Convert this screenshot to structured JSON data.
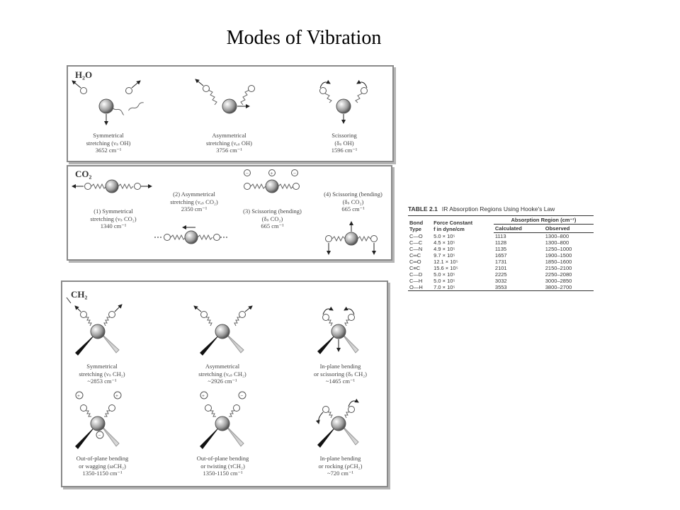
{
  "title": "Modes of Vibration",
  "h2o": {
    "label": "H₂O",
    "modes": [
      {
        "caption": "Symmetrical\nstretching (νₛ OH)\n3652 cm⁻¹"
      },
      {
        "caption": "Asymmetrical\nstretching (νₐₛ OH)\n3756 cm⁻¹"
      },
      {
        "caption": "Scissoring\n(δₛ OH)\n1596 cm⁻¹"
      }
    ]
  },
  "co2": {
    "label": "CO₂",
    "modes": [
      {
        "caption": "(1) Symmetrical\nstretching (νₛ CO₂)\n1340 cm⁻¹"
      },
      {
        "caption": "(2) Asymmetrical\nstretching (νₐₛ CO₂)\n2350 cm⁻¹"
      },
      {
        "caption": "(3) Scissoring (bending)\n(δₛ CO₂)\n665 cm⁻¹"
      },
      {
        "caption": "(4) Scissoring (bending)\n(δₛ CO₂)\n665 cm⁻¹"
      }
    ]
  },
  "ch2": {
    "label": "CH₂",
    "modes": [
      {
        "caption": "Symmetrical\nstretching (νₛ CH₂)\n~2853 cm⁻¹"
      },
      {
        "caption": "Asymmetrical\nstretching (νₐₛ CH₂)\n~2926 cm⁻¹"
      },
      {
        "caption": "In-plane bending\nor scissoring (δₛ CH₂)\n~1465 cm⁻¹"
      },
      {
        "caption": "Out-of-plane bending\nor wagging (ωCH₂)\n1350-1150 cm⁻¹"
      },
      {
        "caption": "Out-of-plane bending\nor twisting (τCH₂)\n1350-1150 cm⁻¹"
      },
      {
        "caption": "In-plane bending\nor rocking (ρCH₂)\n~720 cm⁻¹"
      }
    ]
  },
  "table": {
    "label": "TABLE 2.1",
    "title": "IR Absorption Regions Using Hooke's Law",
    "headers": {
      "bond": "Bond\nType",
      "force": "Force Constant\nf in dyne/cm",
      "region": "Absorption Region (cm⁻¹)",
      "calc": "Calculated",
      "obs": "Observed"
    },
    "rows": [
      {
        "bond": "C—O",
        "force": "5.0 × 10⁵",
        "calc": "1113",
        "obs": "1300–800"
      },
      {
        "bond": "C—C",
        "force": "4.5 × 10⁵",
        "calc": "1128",
        "obs": "1300–800"
      },
      {
        "bond": "C—N",
        "force": "4.9 × 10⁵",
        "calc": "1135",
        "obs": "1250–1000"
      },
      {
        "bond": "C═C",
        "force": "9.7 × 10⁵",
        "calc": "1657",
        "obs": "1900–1500"
      },
      {
        "bond": "C═O",
        "force": "12.1 × 10⁵",
        "calc": "1731",
        "obs": "1850–1600"
      },
      {
        "bond": "C≡C",
        "force": "15.6 × 10⁵",
        "calc": "2101",
        "obs": "2150–2100"
      },
      {
        "bond": "C—D",
        "force": "5.0 × 10⁵",
        "calc": "2225",
        "obs": "2250–2080"
      },
      {
        "bond": "C—H",
        "force": "5.0 × 10⁵",
        "calc": "3032",
        "obs": "3000–2850"
      },
      {
        "bond": "O—H",
        "force": "7.0 × 10⁵",
        "calc": "3553",
        "obs": "3800–2700"
      }
    ]
  }
}
